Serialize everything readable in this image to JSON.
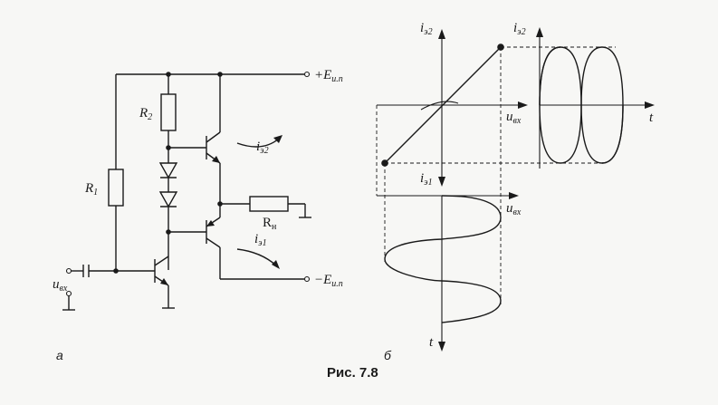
{
  "circuit": {
    "supply_pos": "+E",
    "supply_pos_sub": "и.п",
    "supply_neg": "−E",
    "supply_neg_sub": "и.п",
    "r1": "R",
    "r1_sub": "1",
    "r2": "R",
    "r2_sub": "2",
    "rload": "R",
    "rload_sub": "н",
    "input": "u",
    "input_sub": "вх",
    "ie2": "i",
    "ie2_sub": "э2",
    "ie1": "i",
    "ie1_sub": "э1",
    "label": "а"
  },
  "graphs": {
    "transfer_y_top": "i",
    "transfer_y_top_sub": "э2",
    "transfer_y_bottom": "i",
    "transfer_y_bottom_sub": "э1",
    "transfer_x": "u",
    "transfer_x_sub": "вх",
    "out_y": "i",
    "out_y_sub": "э2",
    "out_x": "t",
    "in_x": "u",
    "in_x_sub": "вх",
    "in_y": "t",
    "label": "б"
  },
  "caption": "Рис. 7.8"
}
